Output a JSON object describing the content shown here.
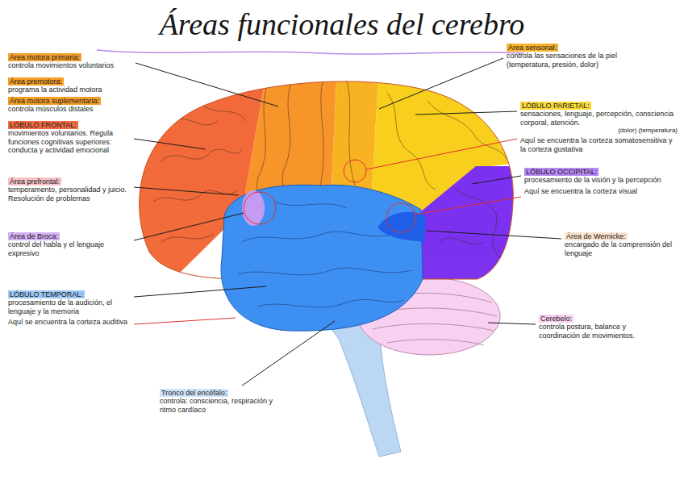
{
  "diagram": {
    "title": "Áreas funcionales del cerebro",
    "nodes": [
      {
        "text": [
          "Área sensorial:",
          "controla las sensaciones de la piel (temperatura, presión, dolor)"
        ]
      },
      {
        "text": [
          "Área motora primaria:",
          "controla movimientos voluntarios"
        ]
      },
      {
        "text": [
          "Área premotora:",
          "programa la actividad motora"
        ]
      },
      {
        "text": [
          "Área motora suplementaria:",
          "controla músculos distales"
        ]
      },
      {
        "text": [
          "LÓBULO PARIETAL:",
          "sensaciones, lenguaje, percepción, consciencia corporal, atención.",
          "(dolor) (temperatura)",
          "Aquí se encuentra la corteza somatosensitiva y la corteza gustativa"
        ]
      },
      {
        "text": [
          "LÓBULO FRONTAL:",
          "movimientos voluntarios. Regula funciones cognitivas superiores: conducta y actividad emocional"
        ]
      },
      {
        "text": [
          "LÓBULO OCCIPITAL:",
          "procesamiento de la visión y la percepción",
          "Aquí se encuentra la corteza visual"
        ]
      },
      {
        "text": [
          "Área prefrontal:",
          "temperamento, personalidad y juicio. Resolución de problemas"
        ]
      },
      {
        "text": [
          "Área de Broca:",
          "control del habla y el lenguaje expresivo"
        ]
      },
      {
        "text": [
          "Área de Wernicke:",
          "encargado de la comprensión del lenguaje"
        ]
      },
      {
        "text": [
          "LÓBULO TEMPORAL:",
          "procesamiento de la audición, el lenguaje y la memoria",
          "Aquí se encuentra la corteza auditiva"
        ]
      },
      {
        "text": [
          "Cerebelo:",
          "controla postura, balance y coordinación de movimientos."
        ]
      },
      {
        "text": [
          "Tronco del encéfalo:",
          "controla: consciencia, respiración y ritmo cardíaco"
        ]
      }
    ]
  }
}
